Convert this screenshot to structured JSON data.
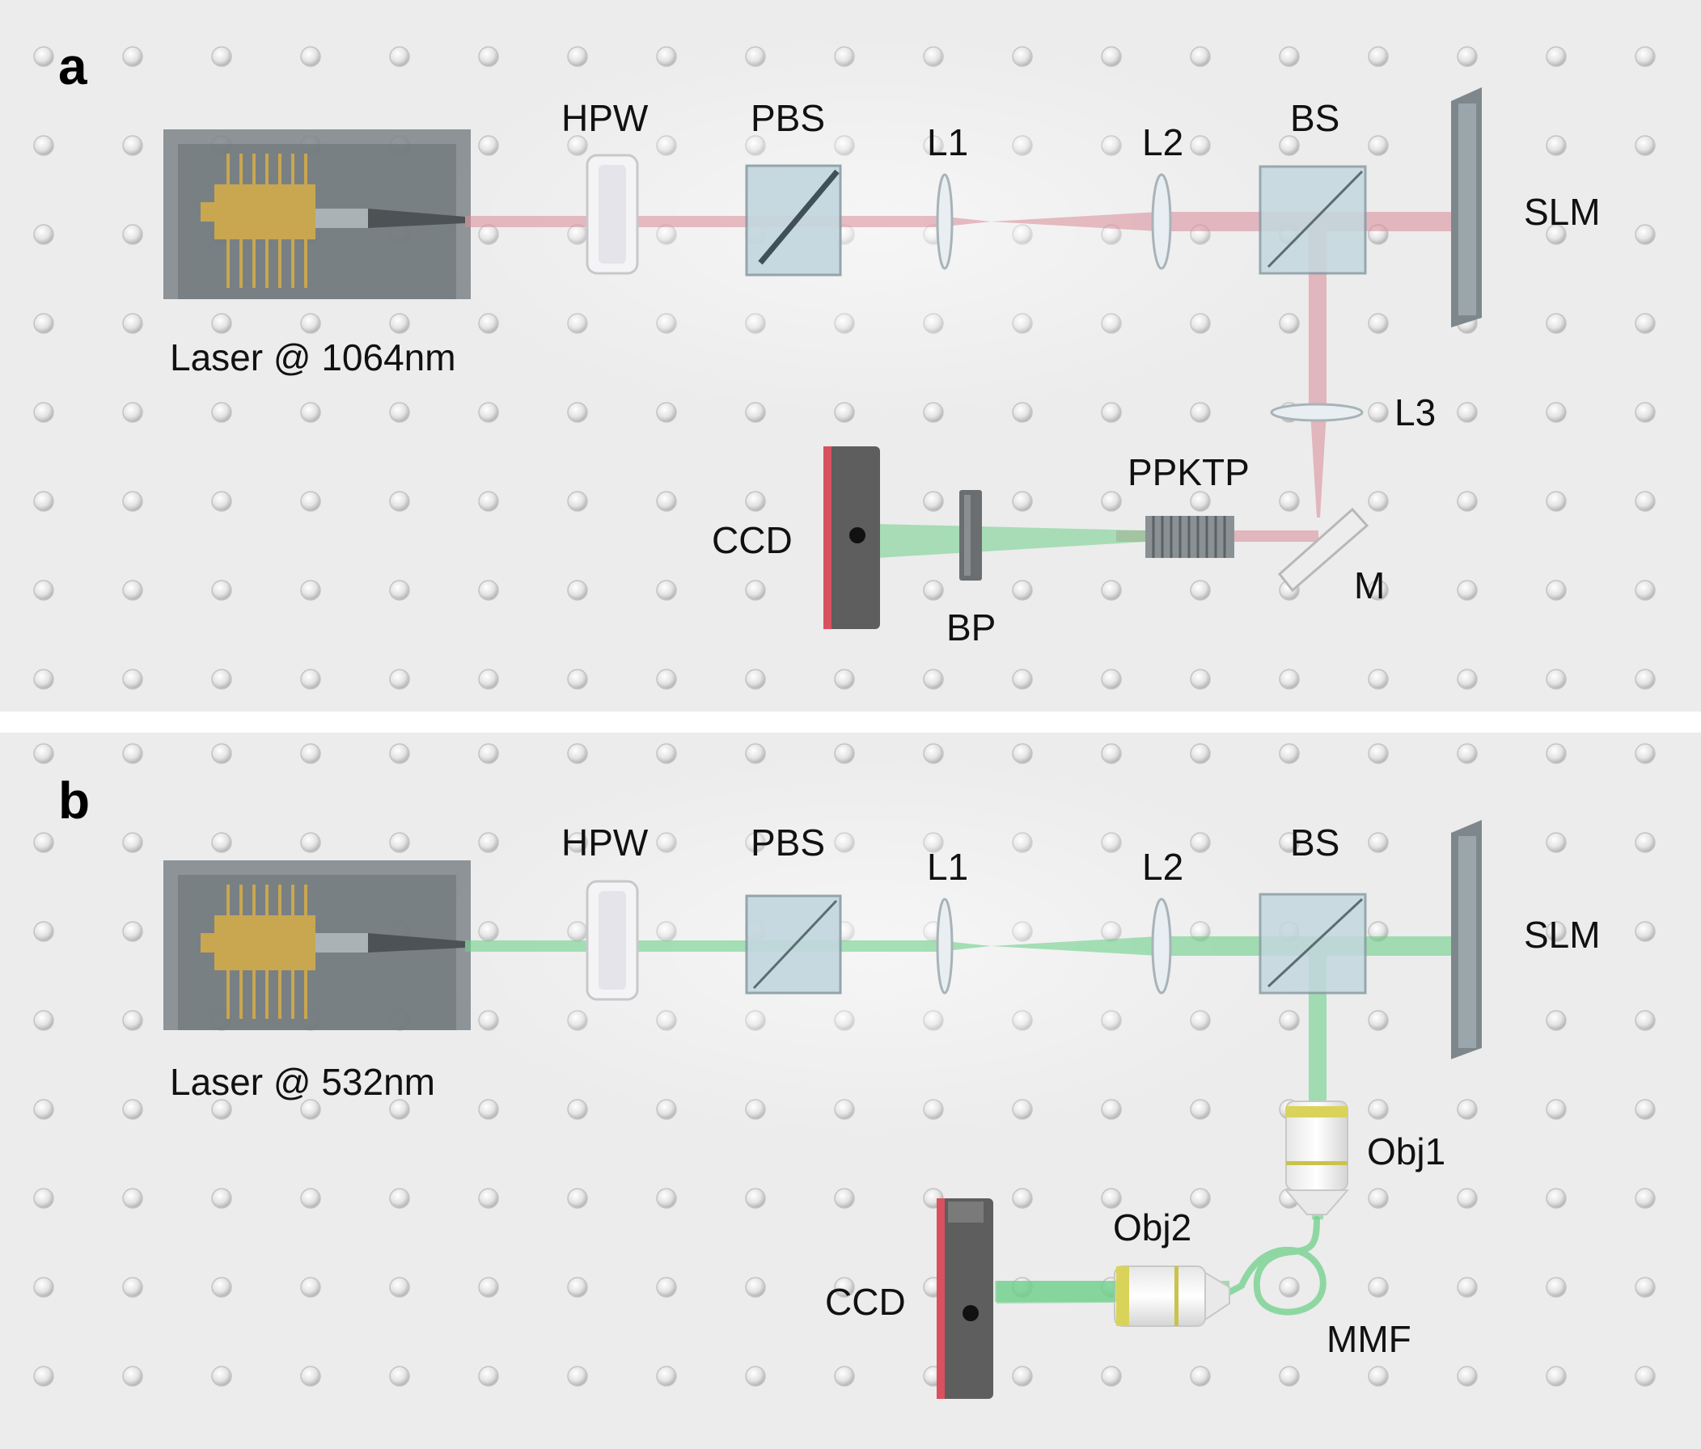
{
  "panels": [
    {
      "id": "a",
      "letter": "a",
      "laser_label": "Laser @ 1064nm",
      "labels": {
        "hpw": "HPW",
        "pbs": "PBS",
        "l1": "L1",
        "l2": "L2",
        "bs": "BS",
        "slm": "SLM",
        "l3": "L3",
        "ppktp": "PPKTP",
        "ccd": "CCD",
        "bp": "BP",
        "m": "M"
      },
      "beam_color": "#d98a98",
      "green_color": "#6fd08a"
    },
    {
      "id": "b",
      "letter": "b",
      "laser_label": "Laser @ 532nm",
      "labels": {
        "hpw": "HPW",
        "pbs": "PBS",
        "l1": "L1",
        "l2": "L2",
        "bs": "BS",
        "slm": "SLM",
        "obj1": "Obj1",
        "obj2": "Obj2",
        "ccd": "CCD",
        "mmf": "MMF"
      },
      "beam_color": "#6fd08a"
    }
  ],
  "colors": {
    "board": "#ececec",
    "hole": "#d4d4d4",
    "laser_box": "#7d8488",
    "chip_gold": "#c9a650",
    "ccd_body": "#5e5e5e",
    "ccd_face": "#d9505f",
    "optic_glass": "#c3d7de"
  }
}
